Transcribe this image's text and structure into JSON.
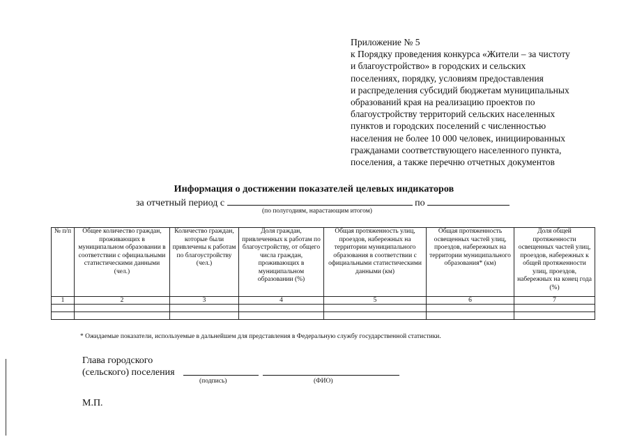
{
  "appendix": {
    "lines": [
      "Приложение № 5",
      "к Порядку проведения конкурса «Жители – за чистоту",
      "и благоустройство» в городских и сельских",
      "поселениях, порядку, условиям предоставления",
      "и распределения субсидий бюджетам муниципальных",
      "образований края на реализацию проектов по",
      "благоустройству территорий сельских населенных",
      "пунктов и городских поселений с численностью",
      "населения не более 10 000 человек, инициированных",
      "гражданами соответствующего населенного пункта,",
      "поселения, а также перечню отчетных документов"
    ]
  },
  "title": "Информация о достижении показателей целевых индикаторов",
  "period": {
    "prefix": "за отчетный период с",
    "mid": "по",
    "hint": "(по полугодиям, нарастающим итогом)"
  },
  "table": {
    "headers": [
      "№ п/п",
      "Общее количество граждан, проживающих в муниципальном образовании в соответствии с официальными статистическими данными (чел.)",
      "Количество граждан, которые были привлечены к работам по благоустройству (чел.)",
      "Доля граждан, привлеченных к работам по благоустройству, от общего числа граждан, проживающих в муниципальном образовании (%)",
      "Общая протяженность улиц, проездов, набережных на территории муниципального образования в соответствии с официальными статистическими данными (км)",
      "Общая протяженность освещенных частей улиц, проездов, набережных на территории муниципального образования* (км)",
      "Доля общей протяженности освещенных частей улиц, проездов, набережных к общей протяженности улиц, проездов, набережных на конец года (%)"
    ],
    "numbers": [
      "1",
      "2",
      "3",
      "4",
      "5",
      "6",
      "7"
    ]
  },
  "footnote": "* Ожидаемые показатели, используемые в дальнейшем для представления в Федеральную службу государственной статистики.",
  "signature": {
    "line1": "Глава городского",
    "line2": "(сельского) поселения",
    "sign_label": "(подпись)",
    "name_label": "(ФИО)"
  },
  "stamp": "М.П."
}
